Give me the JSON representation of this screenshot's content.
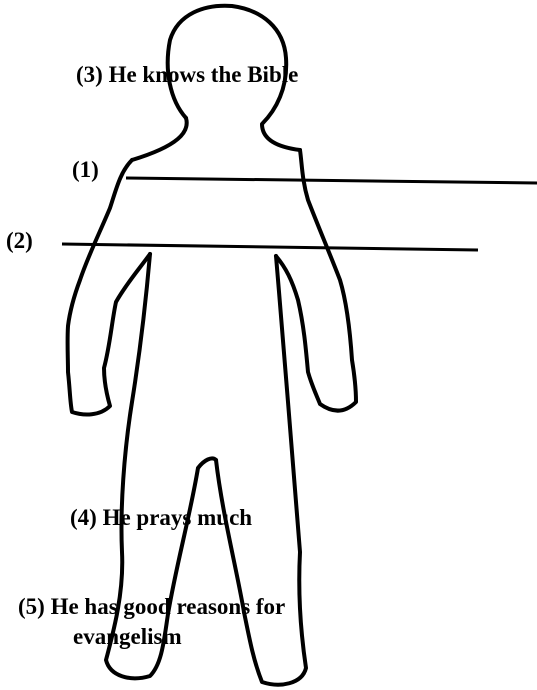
{
  "labels": {
    "knows_bible": "(3)  He knows the Bible",
    "one": "(1)",
    "two": "(2)",
    "prays": "(4)  He prays much",
    "reasons_line1": "(5)  He has good reasons for",
    "reasons_line2": "evangelism"
  },
  "colors": {
    "ink": "#000000",
    "paper": "#ffffff"
  }
}
